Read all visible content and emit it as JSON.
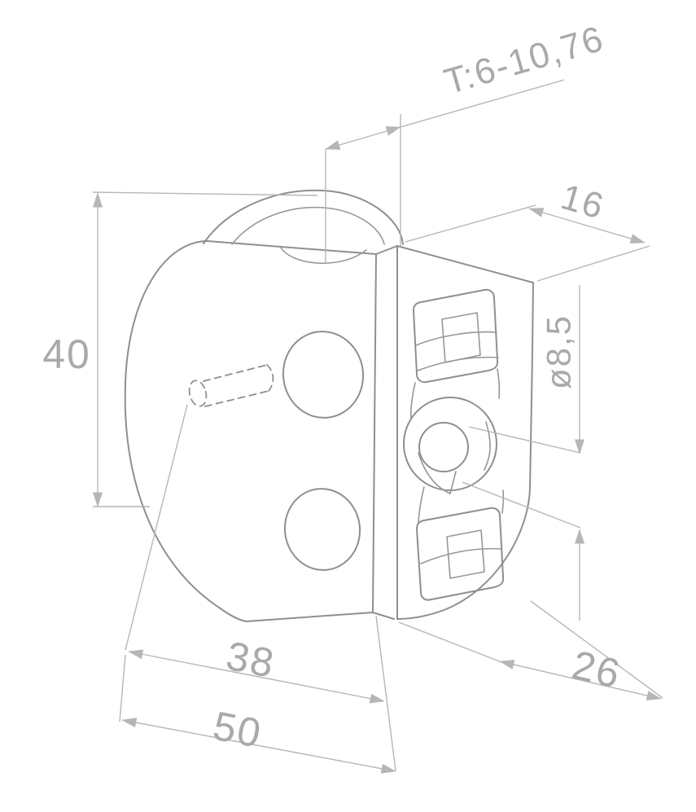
{
  "drawing": {
    "type": "technical-dimension-drawing",
    "subject": "glass-clamp-isometric-view",
    "background_color": "#ffffff",
    "part_line_color": "#8f8f8f",
    "dimension_line_color": "#b6b6b6",
    "text_color": "#a9a9a9",
    "labels": {
      "glass_thickness": "T:6-10,76",
      "top_depth": "16",
      "height": "40",
      "hole_diameter": "ø8,5",
      "hole_offset": "38",
      "width": "50",
      "depth": "26"
    }
  }
}
